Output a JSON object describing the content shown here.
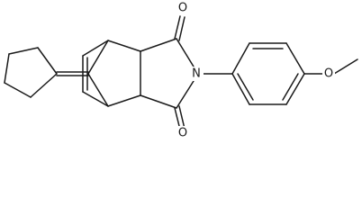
{
  "molecule": {
    "atoms": {
      "o_top": "O",
      "o_bottom": "O",
      "n_imide": "N",
      "o_methoxy": "O"
    },
    "colors": {
      "bond": "#1a1a1a",
      "label": "#1a1a1a",
      "background": "#ffffff"
    }
  }
}
